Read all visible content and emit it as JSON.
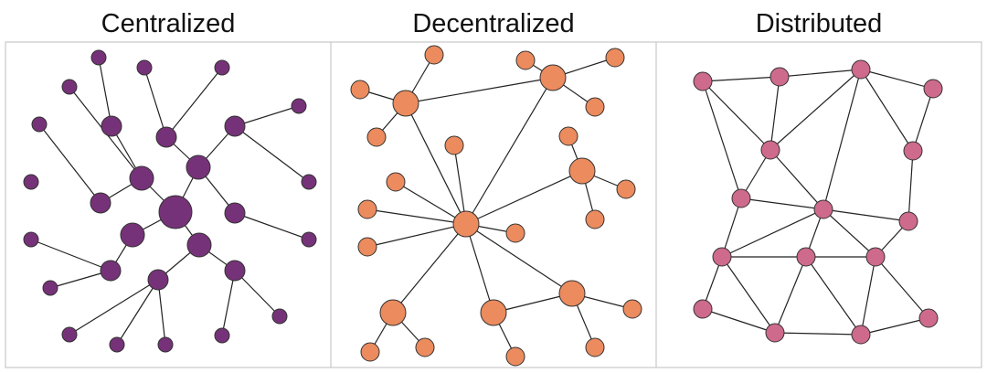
{
  "titles": [
    "Centralized",
    "Decentralized",
    "Distributed"
  ],
  "colors": {
    "centralized": "#763278",
    "decentralized": "#EB8B5E",
    "distributed": "#CE6A8C",
    "edge": "#222222",
    "frame": "#c8c8c8"
  },
  "networks": [
    {
      "name": "centralized",
      "nodes": [
        [
          192,
          232,
          18
        ],
        [
          155,
          195,
          13
        ],
        [
          217,
          183,
          13
        ],
        [
          145,
          257,
          13
        ],
        [
          218,
          268,
          13
        ],
        [
          110,
          222,
          11
        ],
        [
          182,
          150,
          11
        ],
        [
          122,
          138,
          11
        ],
        [
          257,
          138,
          11
        ],
        [
          257,
          233,
          11
        ],
        [
          257,
          296,
          11
        ],
        [
          121,
          296,
          11
        ],
        [
          173,
          306,
          11
        ],
        [
          108,
          63,
          8
        ],
        [
          158,
          74,
          8
        ],
        [
          243,
          74,
          8
        ],
        [
          76,
          95,
          8
        ],
        [
          43,
          136,
          8
        ],
        [
          327,
          116,
          8
        ],
        [
          34,
          199,
          8
        ],
        [
          338,
          199,
          8
        ],
        [
          34,
          262,
          8
        ],
        [
          338,
          262,
          8
        ],
        [
          55,
          315,
          8
        ],
        [
          306,
          346,
          8
        ],
        [
          76,
          366,
          8
        ],
        [
          128,
          377,
          8
        ],
        [
          181,
          377,
          8
        ],
        [
          243,
          367,
          8
        ]
      ],
      "edges": [
        [
          0,
          1
        ],
        [
          0,
          2
        ],
        [
          0,
          3
        ],
        [
          0,
          4
        ],
        [
          1,
          5
        ],
        [
          1,
          7
        ],
        [
          2,
          6
        ],
        [
          2,
          8
        ],
        [
          2,
          9
        ],
        [
          3,
          11
        ],
        [
          4,
          10
        ],
        [
          4,
          12
        ],
        [
          7,
          13
        ],
        [
          6,
          14
        ],
        [
          6,
          15
        ],
        [
          5,
          17
        ],
        [
          8,
          18
        ],
        [
          8,
          20
        ],
        [
          9,
          22
        ],
        [
          11,
          21
        ],
        [
          11,
          23
        ],
        [
          10,
          24
        ],
        [
          10,
          28
        ],
        [
          12,
          25
        ],
        [
          12,
          26
        ],
        [
          12,
          27
        ],
        [
          1,
          16
        ]
      ]
    },
    {
      "name": "decentralized",
      "nodes": [
        [
          510,
          245,
          14
        ],
        [
          444,
          113,
          14
        ],
        [
          605,
          85,
          14
        ],
        [
          637,
          187,
          14
        ],
        [
          430,
          342,
          14
        ],
        [
          540,
          342,
          14
        ],
        [
          626,
          321,
          14
        ],
        [
          475,
          60,
          10
        ],
        [
          394,
          98,
          10
        ],
        [
          412,
          150,
          10
        ],
        [
          575,
          66,
          10
        ],
        [
          673,
          63,
          10
        ],
        [
          651,
          117,
          10
        ],
        [
          622,
          149,
          10
        ],
        [
          685,
          207,
          10
        ],
        [
          651,
          240,
          10
        ],
        [
          497,
          159,
          10
        ],
        [
          433,
          199,
          10
        ],
        [
          402,
          229,
          10
        ],
        [
          402,
          270,
          10
        ],
        [
          564,
          255,
          10
        ],
        [
          692,
          338,
          10
        ],
        [
          405,
          385,
          10
        ],
        [
          465,
          380,
          10
        ],
        [
          564,
          390,
          10
        ],
        [
          651,
          380,
          10
        ]
      ],
      "edges": [
        [
          0,
          1
        ],
        [
          0,
          2
        ],
        [
          0,
          3
        ],
        [
          0,
          4
        ],
        [
          0,
          5
        ],
        [
          0,
          6
        ],
        [
          0,
          16
        ],
        [
          0,
          17
        ],
        [
          0,
          18
        ],
        [
          0,
          19
        ],
        [
          0,
          20
        ],
        [
          1,
          7
        ],
        [
          1,
          8
        ],
        [
          1,
          9
        ],
        [
          1,
          2
        ],
        [
          2,
          10
        ],
        [
          2,
          11
        ],
        [
          2,
          12
        ],
        [
          3,
          13
        ],
        [
          3,
          14
        ],
        [
          3,
          15
        ],
        [
          4,
          22
        ],
        [
          4,
          23
        ],
        [
          5,
          24
        ],
        [
          5,
          6
        ],
        [
          6,
          21
        ],
        [
          6,
          25
        ]
      ]
    },
    {
      "name": "distributed",
      "nodes": [
        [
          769,
          89,
          10
        ],
        [
          853,
          84,
          10
        ],
        [
          942,
          76,
          10
        ],
        [
          1021,
          97,
          10
        ],
        [
          843,
          164,
          10
        ],
        [
          999,
          165,
          10
        ],
        [
          811,
          217,
          10
        ],
        [
          901,
          229,
          10
        ],
        [
          994,
          242,
          10
        ],
        [
          790,
          281,
          10
        ],
        [
          882,
          281,
          10
        ],
        [
          958,
          281,
          10
        ],
        [
          769,
          338,
          10
        ],
        [
          848,
          364,
          10
        ],
        [
          942,
          366,
          10
        ],
        [
          1016,
          348,
          10
        ]
      ],
      "edges": [
        [
          0,
          1
        ],
        [
          1,
          2
        ],
        [
          2,
          3
        ],
        [
          0,
          4
        ],
        [
          1,
          4
        ],
        [
          2,
          4
        ],
        [
          2,
          7
        ],
        [
          2,
          5
        ],
        [
          3,
          5
        ],
        [
          0,
          6
        ],
        [
          4,
          6
        ],
        [
          4,
          7
        ],
        [
          6,
          7
        ],
        [
          7,
          8
        ],
        [
          5,
          8
        ],
        [
          6,
          9
        ],
        [
          7,
          9
        ],
        [
          7,
          10
        ],
        [
          7,
          11
        ],
        [
          8,
          11
        ],
        [
          9,
          10
        ],
        [
          10,
          11
        ],
        [
          9,
          12
        ],
        [
          9,
          13
        ],
        [
          10,
          13
        ],
        [
          10,
          14
        ],
        [
          11,
          14
        ],
        [
          11,
          15
        ],
        [
          12,
          13
        ],
        [
          13,
          14
        ],
        [
          14,
          15
        ]
      ]
    }
  ]
}
